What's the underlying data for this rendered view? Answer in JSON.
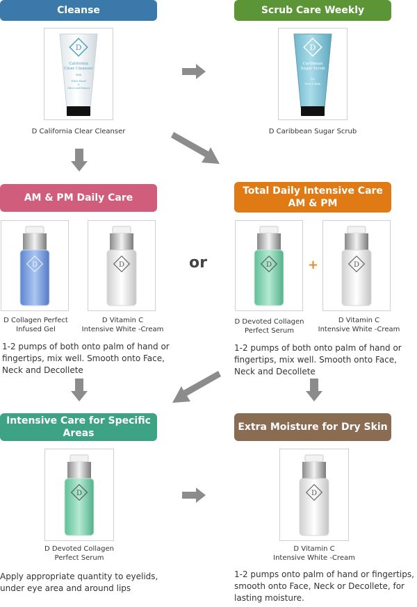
{
  "colors": {
    "cleanse": "#3b79ab",
    "scrub": "#5b9536",
    "daily": "#cf5d7b",
    "intensive": "#df7a14",
    "specific": "#3ea285",
    "moisture": "#8a6c53",
    "arrow": "#8c8c8c",
    "plus": "#e98a2a"
  },
  "headers": {
    "cleanse": "Cleanse",
    "scrub": "Scrub Care Weekly",
    "daily": "AM & PM Daily Care",
    "intensive_line1": "Total Daily Intensive Care",
    "intensive_line2": "AM & PM",
    "specific": "Intensive Care for Specific Areas",
    "moisture": "Extra Moisture for Dry Skin"
  },
  "tube_cleanser": {
    "line1": "California",
    "line2": "Clear Cleanser",
    "line3": "With",
    "line4": "Witch Hazel",
    "line5": "&",
    "line6": "Olive Leaf Extract"
  },
  "tube_scrub": {
    "line1": "Caribbean",
    "line2": "Sugar Scrub",
    "line3": "For",
    "line4": "Face & Body"
  },
  "logo_letter": "D",
  "products": {
    "cleanser": "D California Clear Cleanser",
    "scrub": "D Caribbean Sugar Scrub",
    "collagen_gel": "D Collagen Perfect\nInfused Gel",
    "vitc_1": "D  Vitamin C\nIntensive White -Cream",
    "devoted_1": "D  Devoted Collagen\nPerfect Serum",
    "vitc_2": "D  Vitamin C\nIntensive White -Cream",
    "devoted_2": "D  Devoted Collagen\nPerfect Serum",
    "vitc_3": "D  Vitamin C\nIntensive White -Cream"
  },
  "or_label": "or",
  "plus_label": "+",
  "descriptions": {
    "daily": "1-2 pumps of both onto palm of hand or\nfingertips, mix well. Smooth onto Face,\nNeck and Decollete",
    "intensive": "1-2 pumps of both onto palm of hand or\nfingertips, mix well. Smooth onto Face,\nNeck and Decollete",
    "specific": "Apply appropriate quantity to eyelids,\nunder eye area and around lips",
    "moisture": "1-2 pumps onto palm of hand or fingertips,\nsmooth onto Face, Neck or Decollete, for\nlasting moisture."
  }
}
